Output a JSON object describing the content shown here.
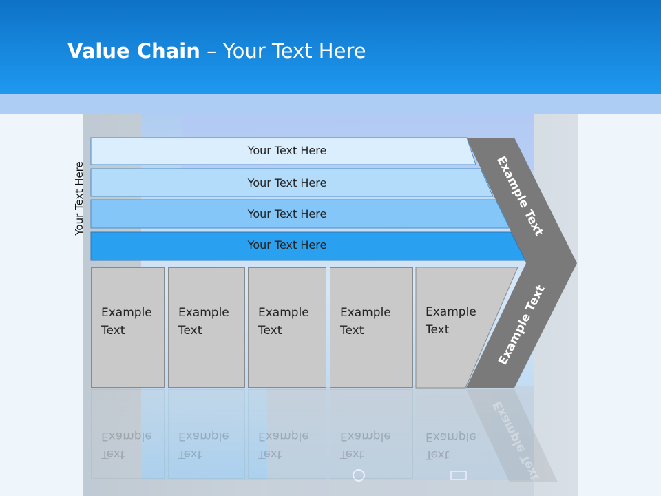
{
  "slide": {
    "title_bold": "Value Chain",
    "title_rest": "– Your Text Here",
    "vertical_label": "Your Text Here",
    "bars": [
      {
        "label": "Your Text Here",
        "color": "#dbeefd"
      },
      {
        "label": "Your Text Here",
        "color": "#b3dcfa"
      },
      {
        "label": "Your Text Here",
        "color": "#83c6f7"
      },
      {
        "label": "Your Text Here",
        "color": "#2aa0f0"
      }
    ],
    "cells": [
      {
        "line1": "Example",
        "line2": "Text"
      },
      {
        "line1": "Example",
        "line2": "Text"
      },
      {
        "line1": "Example",
        "line2": "Text"
      },
      {
        "line1": "Example",
        "line2": "Text"
      },
      {
        "line1": "Example",
        "line2": "Text"
      }
    ],
    "chevron_top_text": "Example Text",
    "chevron_bottom_text": "Example Text",
    "colors": {
      "title_bar": "#1a8de0",
      "chevron": "#7a7a7a",
      "cell": "#c9c9c9"
    }
  }
}
